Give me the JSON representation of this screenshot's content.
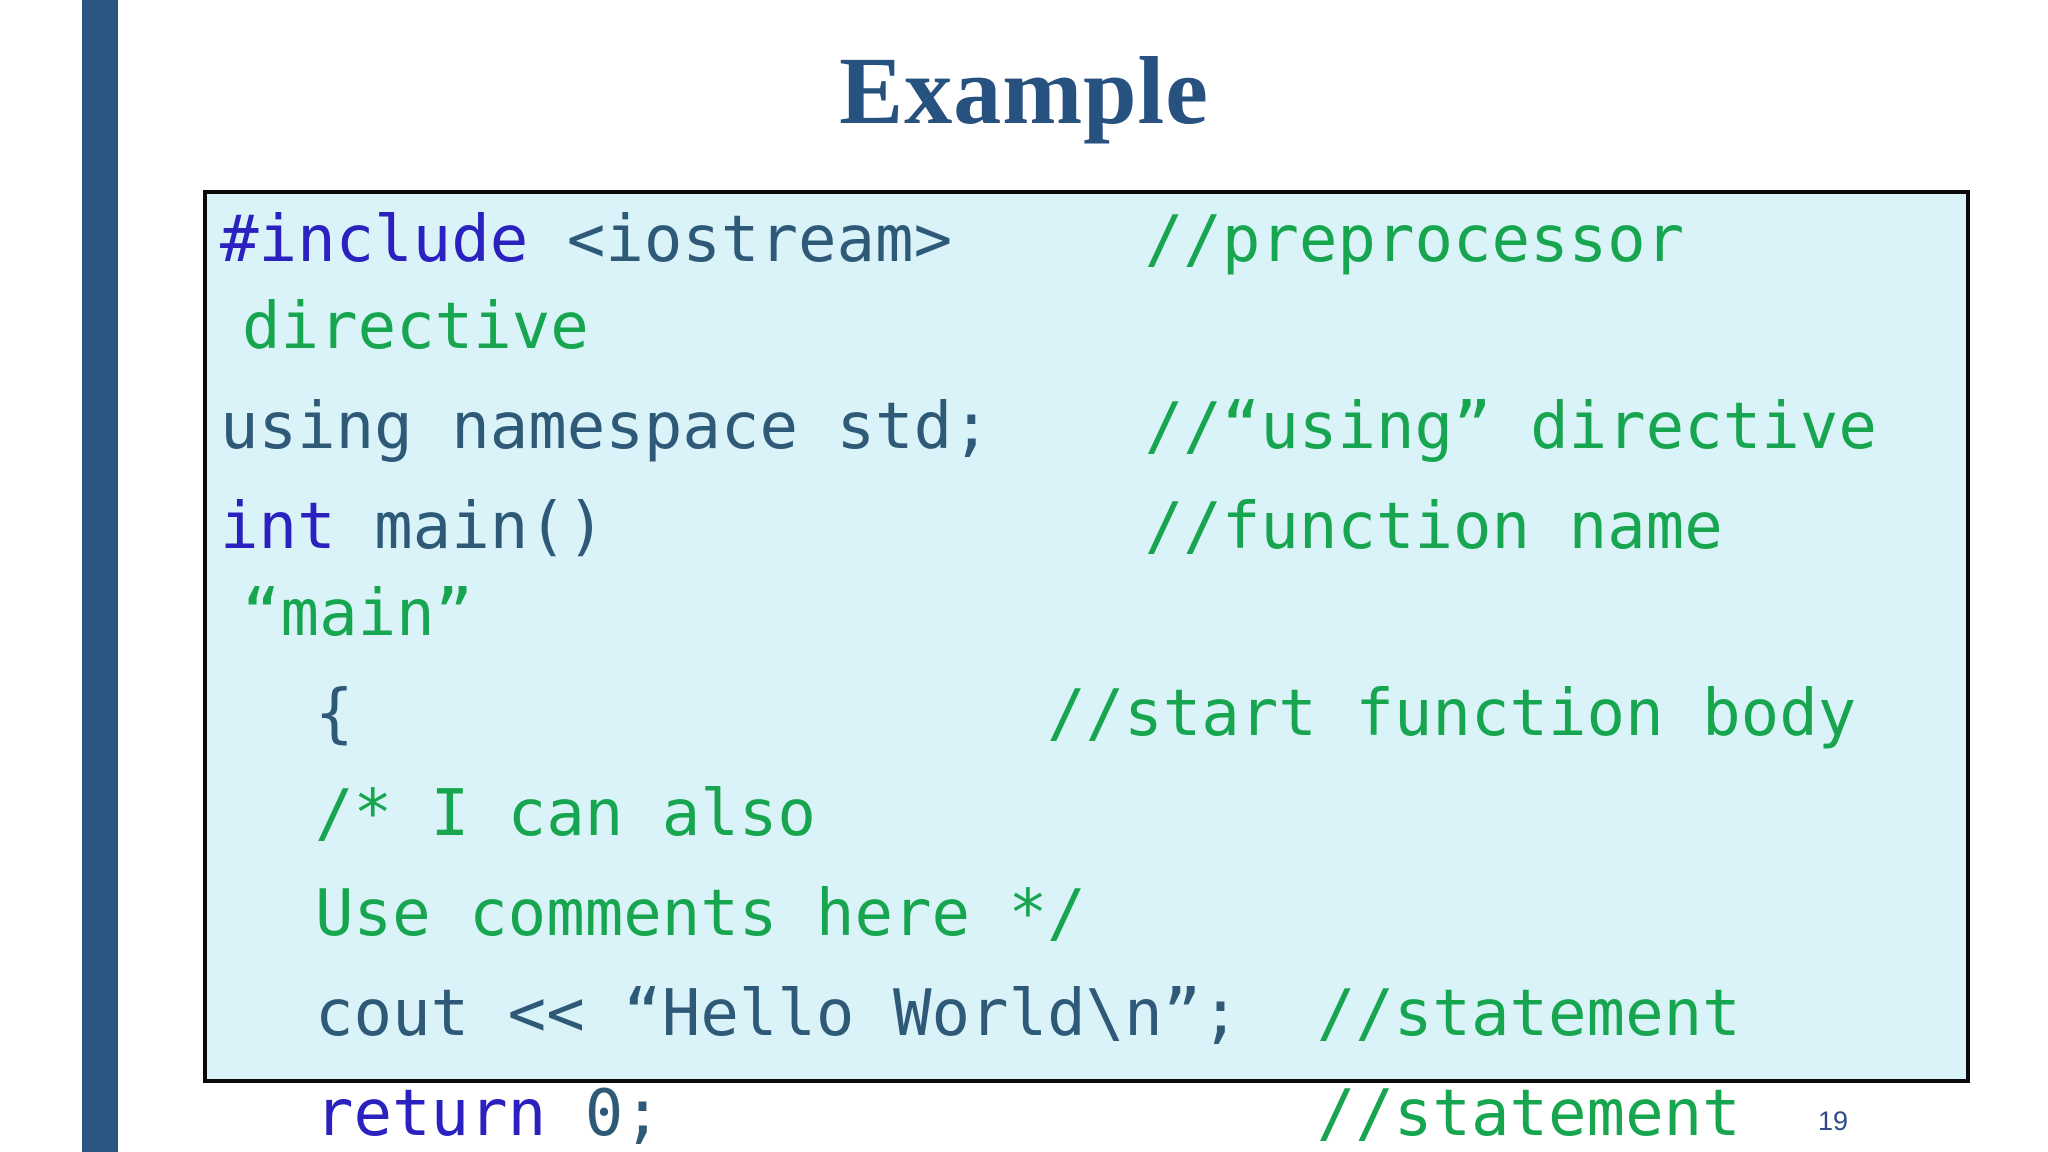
{
  "title": "Example",
  "page_number": "19",
  "colors": {
    "accent_bar": "#2B5681",
    "title": "#27517E",
    "keyword": "#2A21BE",
    "code": "#2E5A78",
    "comment": "#17A64F",
    "box_background": "#D9F3F8",
    "box_border": "#0A0A0A",
    "page_number": "#2E4C8A"
  },
  "code": {
    "lines": [
      {
        "indent": "none",
        "para": false,
        "segments": [
          {
            "role": "keyword",
            "text": "#include"
          },
          {
            "role": "code",
            "text": " <iostream>     "
          },
          {
            "role": "comment",
            "text": "//preprocessor"
          }
        ]
      },
      {
        "indent": "wrap",
        "para": false,
        "segments": [
          {
            "role": "comment",
            "text": "directive"
          }
        ]
      },
      {
        "indent": "none",
        "para": true,
        "segments": [
          {
            "role": "code",
            "text": "using namespace std;    "
          },
          {
            "role": "comment",
            "text": "//“using” directive"
          }
        ]
      },
      {
        "indent": "none",
        "para": true,
        "segments": [
          {
            "role": "keyword",
            "text": "int"
          },
          {
            "role": "code",
            "text": " main()              "
          },
          {
            "role": "comment",
            "text": "//function name"
          }
        ]
      },
      {
        "indent": "wrap",
        "para": false,
        "segments": [
          {
            "role": "comment",
            "text": "“main”"
          }
        ]
      },
      {
        "indent": "block",
        "para": true,
        "segments": [
          {
            "role": "code",
            "text": "{                  "
          },
          {
            "role": "comment",
            "text": "//start function body"
          }
        ]
      },
      {
        "indent": "block",
        "para": true,
        "segments": [
          {
            "role": "comment",
            "text": "/* I can also"
          }
        ]
      },
      {
        "indent": "block",
        "para": true,
        "segments": [
          {
            "role": "comment",
            "text": "Use comments here */"
          }
        ]
      },
      {
        "indent": "block",
        "para": true,
        "segments": [
          {
            "role": "code",
            "text": "cout << “Hello World\\n”;  "
          },
          {
            "role": "comment",
            "text": "//statement"
          }
        ]
      },
      {
        "indent": "block",
        "para": true,
        "segments": [
          {
            "role": "keyword",
            "text": "return"
          },
          {
            "role": "code",
            "text": " 0;                 "
          },
          {
            "role": "comment",
            "text": "//statement"
          }
        ]
      }
    ]
  }
}
